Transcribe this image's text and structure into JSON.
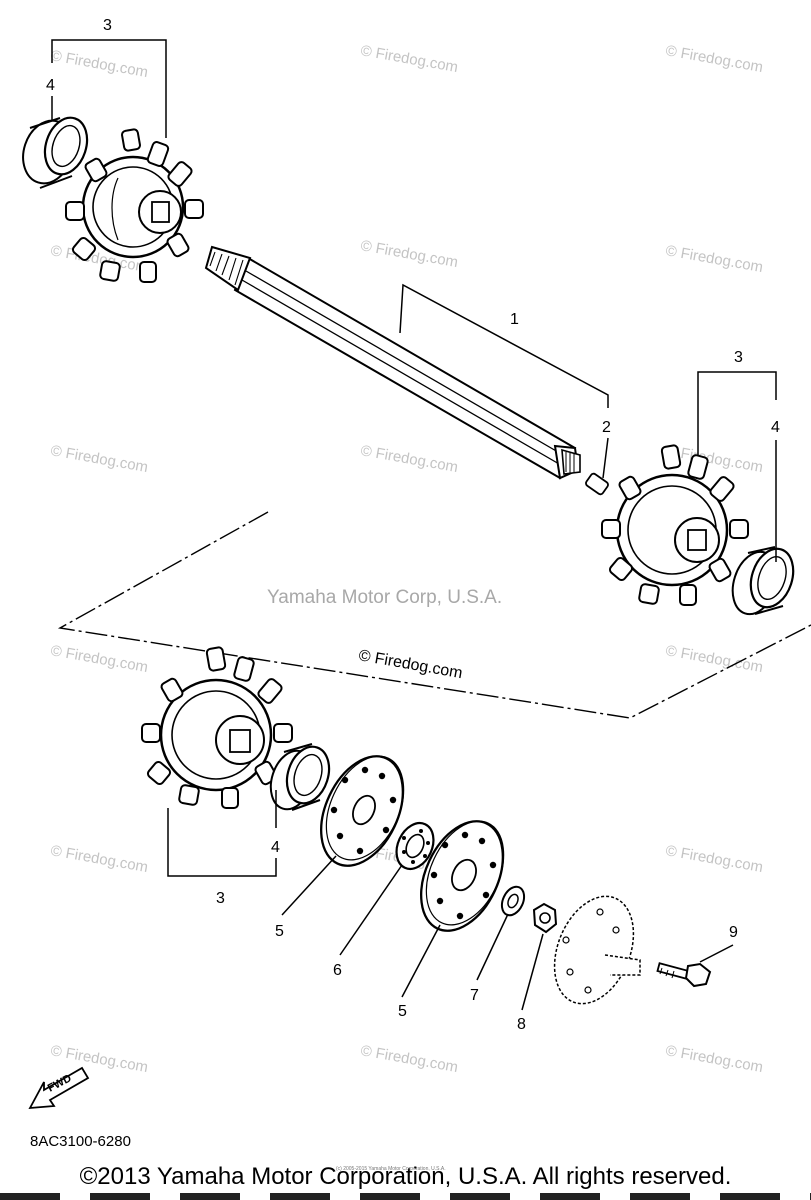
{
  "diagram": {
    "callouts": {
      "shaft": "1",
      "pin": "2",
      "sprocket_top_left": "3",
      "collar_top_left": "4",
      "sprocket_right": "3",
      "collar_right": "4",
      "sprocket_bottom": "3",
      "collar_bottom": "4",
      "plate_left": "5",
      "bearing": "6",
      "plate_right": "5",
      "washer": "7",
      "nut": "8",
      "bolt": "9"
    },
    "watermark_text": "© Firedog.com",
    "center_brand_text": "Yamaha Motor Corp, U.S.A.",
    "center_watermark_text": "© Firedog.com",
    "fwd_label": "FWD",
    "part_code": "8AC3100-6280",
    "tiny_notice": "(c) 2005-2015 Yamaha Motor Corporation, U.S.A.",
    "copyright": "©2013 Yamaha Motor Corporation, U.S.A. All rights reserved."
  }
}
